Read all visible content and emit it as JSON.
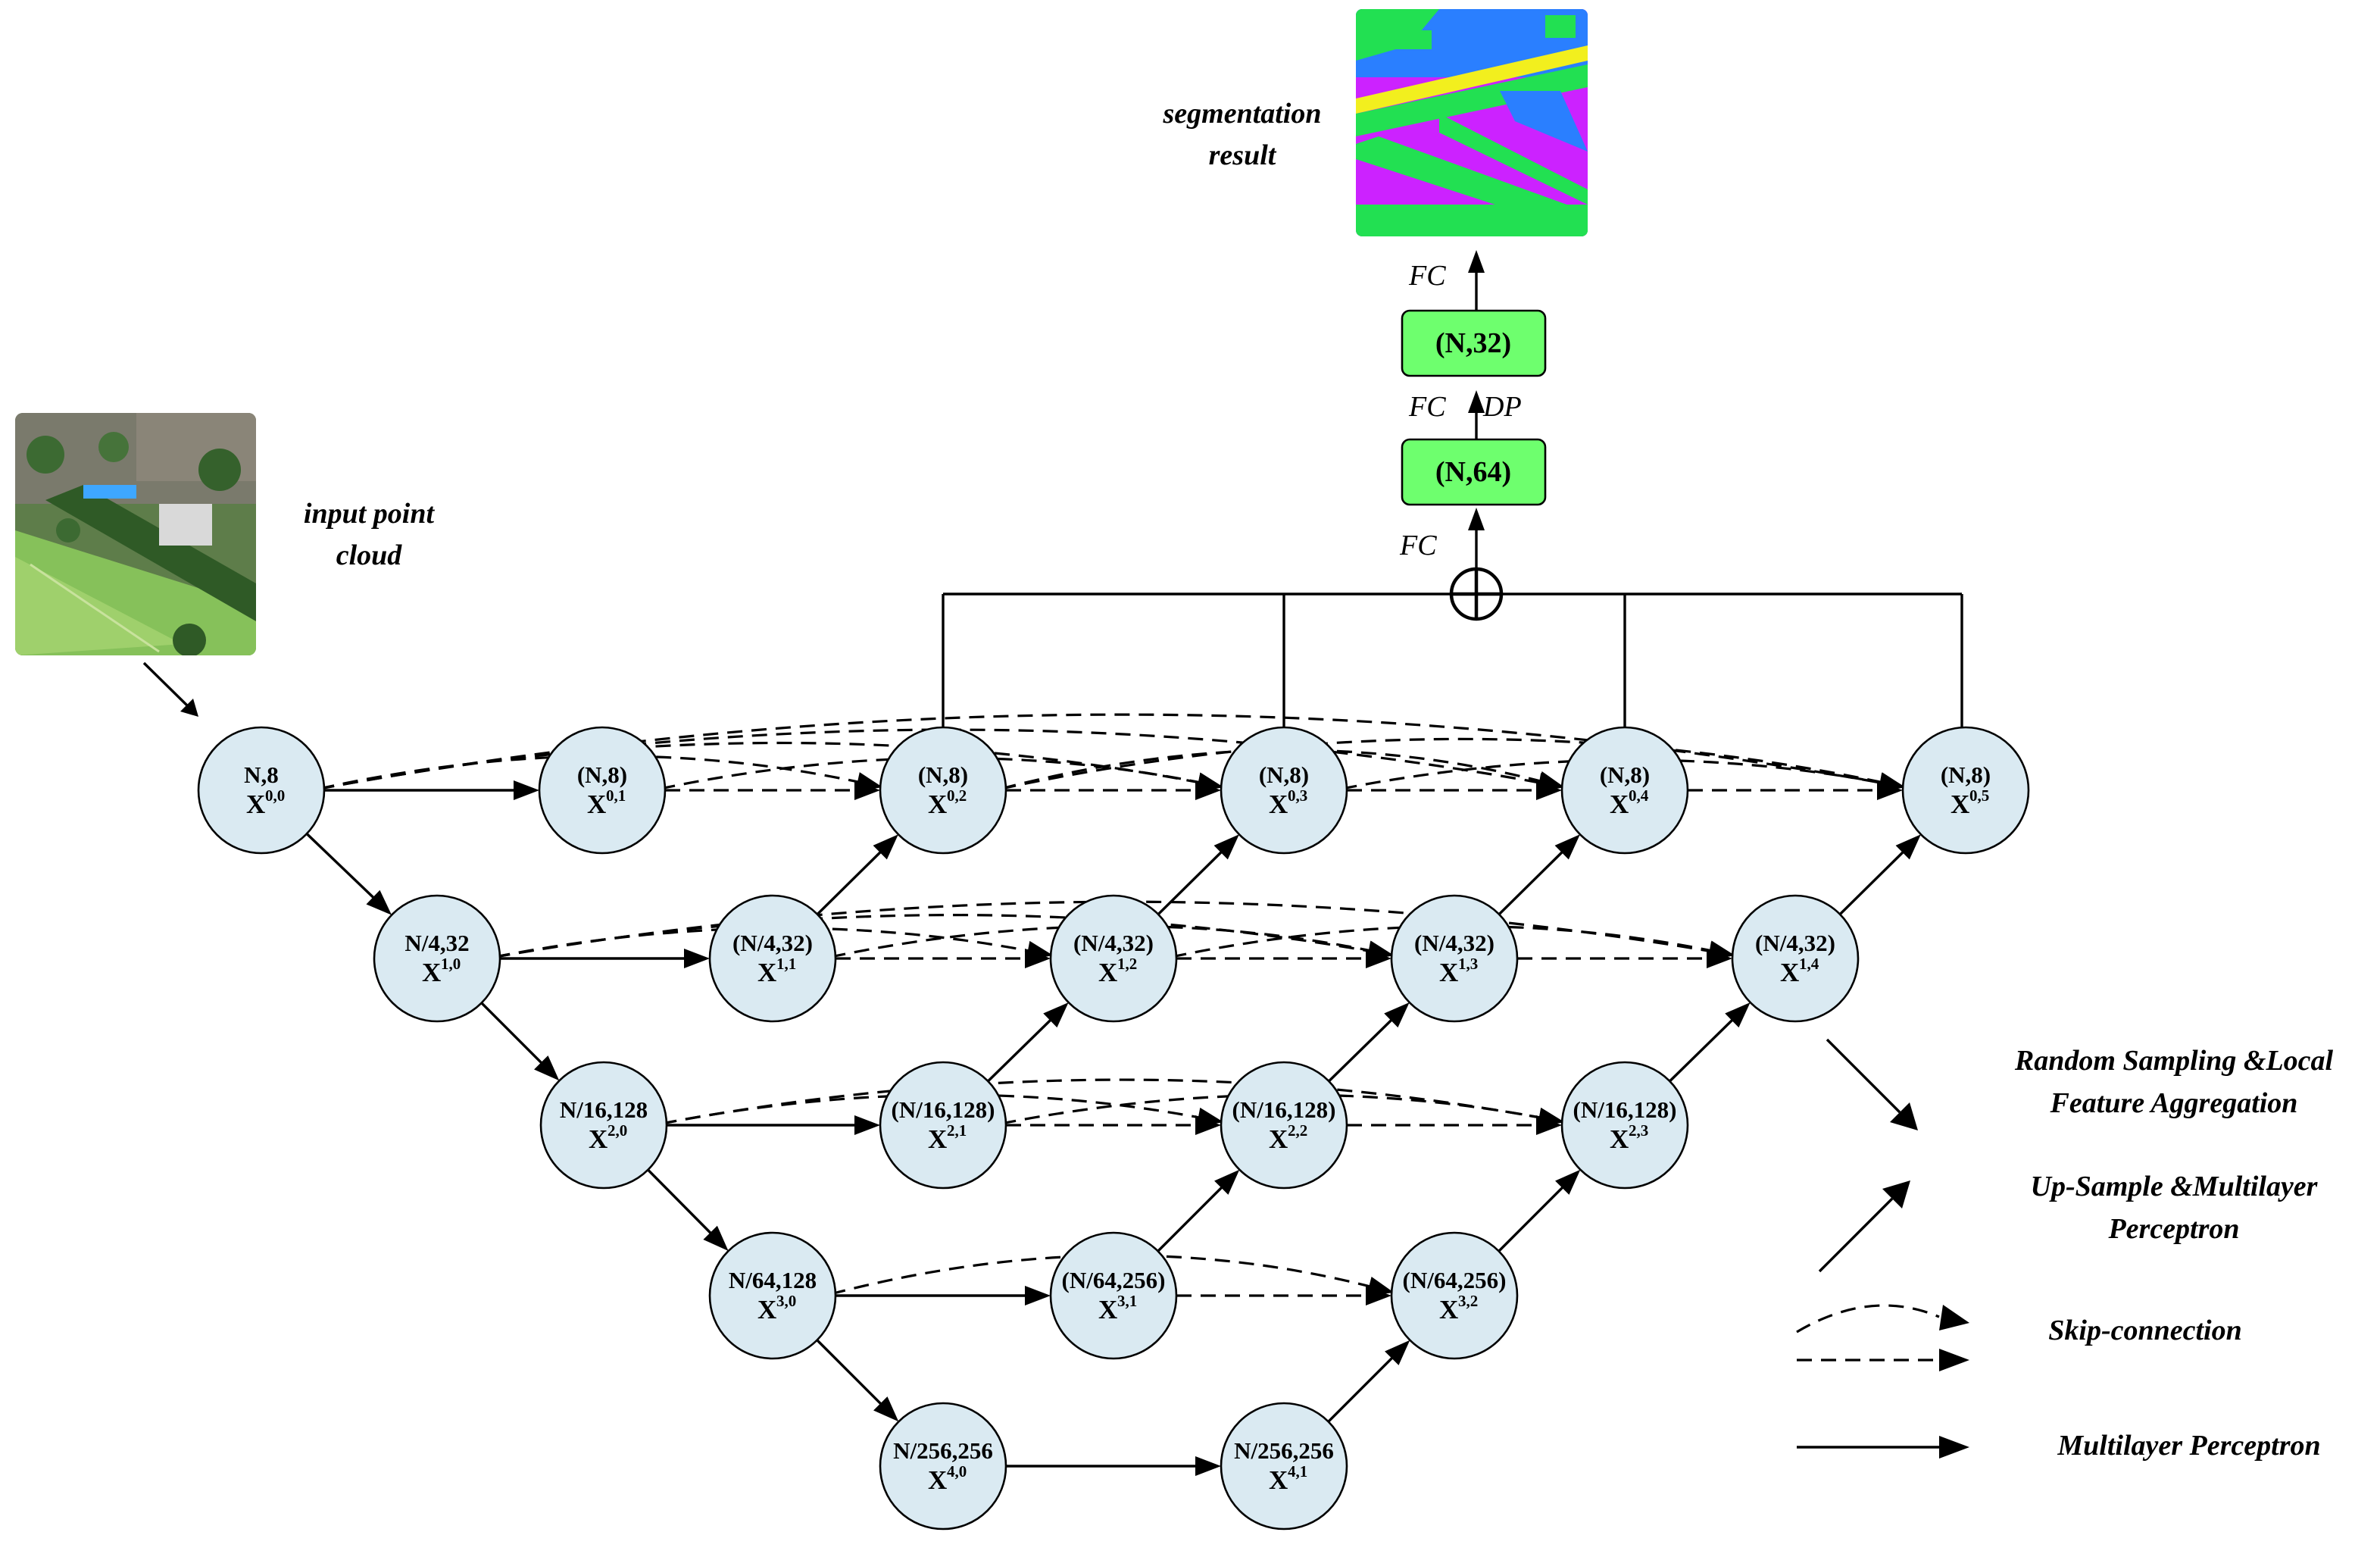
{
  "nodes": [
    {
      "id": "x00",
      "label": "N,8",
      "sup": "0,0"
    },
    {
      "id": "x01",
      "label": "(N,8)",
      "sup": "0,1"
    },
    {
      "id": "x02",
      "label": "(N,8)",
      "sup": "0,2"
    },
    {
      "id": "x03",
      "label": "(N,8)",
      "sup": "0,3"
    },
    {
      "id": "x04",
      "label": "(N,8)",
      "sup": "0,4"
    },
    {
      "id": "x05",
      "label": "(N,8)",
      "sup": "0,5"
    },
    {
      "id": "x10",
      "label": "N/4,32",
      "sup": "1,0"
    },
    {
      "id": "x11",
      "label": "(N/4,32)",
      "sup": "1,1"
    },
    {
      "id": "x12",
      "label": "(N/4,32)",
      "sup": "1,2"
    },
    {
      "id": "x13",
      "label": "(N/4,32)",
      "sup": "1,3"
    },
    {
      "id": "x14",
      "label": "(N/4,32)",
      "sup": "1,4"
    },
    {
      "id": "x20",
      "label": "N/16,128",
      "sup": "2,0"
    },
    {
      "id": "x21",
      "label": "(N/16,128)",
      "sup": "2,1"
    },
    {
      "id": "x22",
      "label": "(N/16,128)",
      "sup": "2,2"
    },
    {
      "id": "x23",
      "label": "(N/16,128)",
      "sup": "2,3"
    },
    {
      "id": "x30",
      "label": "N/64,128",
      "sup": "3,0"
    },
    {
      "id": "x31",
      "label": "(N/64,256)",
      "sup": "3,1"
    },
    {
      "id": "x32",
      "label": "(N/64,256)",
      "sup": "3,2"
    },
    {
      "id": "x40",
      "label": "N/256,256",
      "sup": "4,0"
    },
    {
      "id": "x41",
      "label": "N/256,256",
      "sup": "4,1"
    }
  ],
  "node_var": "X",
  "head": {
    "box64": "(N,64)",
    "box32": "(N,32)",
    "fc_bottom": "FC",
    "fc_middle": "FC",
    "dp": "DP",
    "fc_top": "FC",
    "sum_symbol": "⊕"
  },
  "labels": {
    "input_line1": "input point",
    "input_line2": "cloud",
    "result_line1": "segmentation",
    "result_line2": "result"
  },
  "legend": {
    "sampling_line1": "Random Sampling &Local",
    "sampling_line2": "Feature Aggregation",
    "upsample_line1": "Up-Sample &Multilayer",
    "upsample_line2": "Perceptron",
    "skip": "Skip-connection",
    "mlp": "Multilayer Perceptron"
  },
  "colors": {
    "node_fill": "#daeaf2",
    "box_fill": "#6eff6e",
    "seg_magenta": "#cc22ff",
    "seg_green": "#22e052",
    "seg_blue": "#2a7fff",
    "seg_yellow": "#f2ef1e"
  }
}
